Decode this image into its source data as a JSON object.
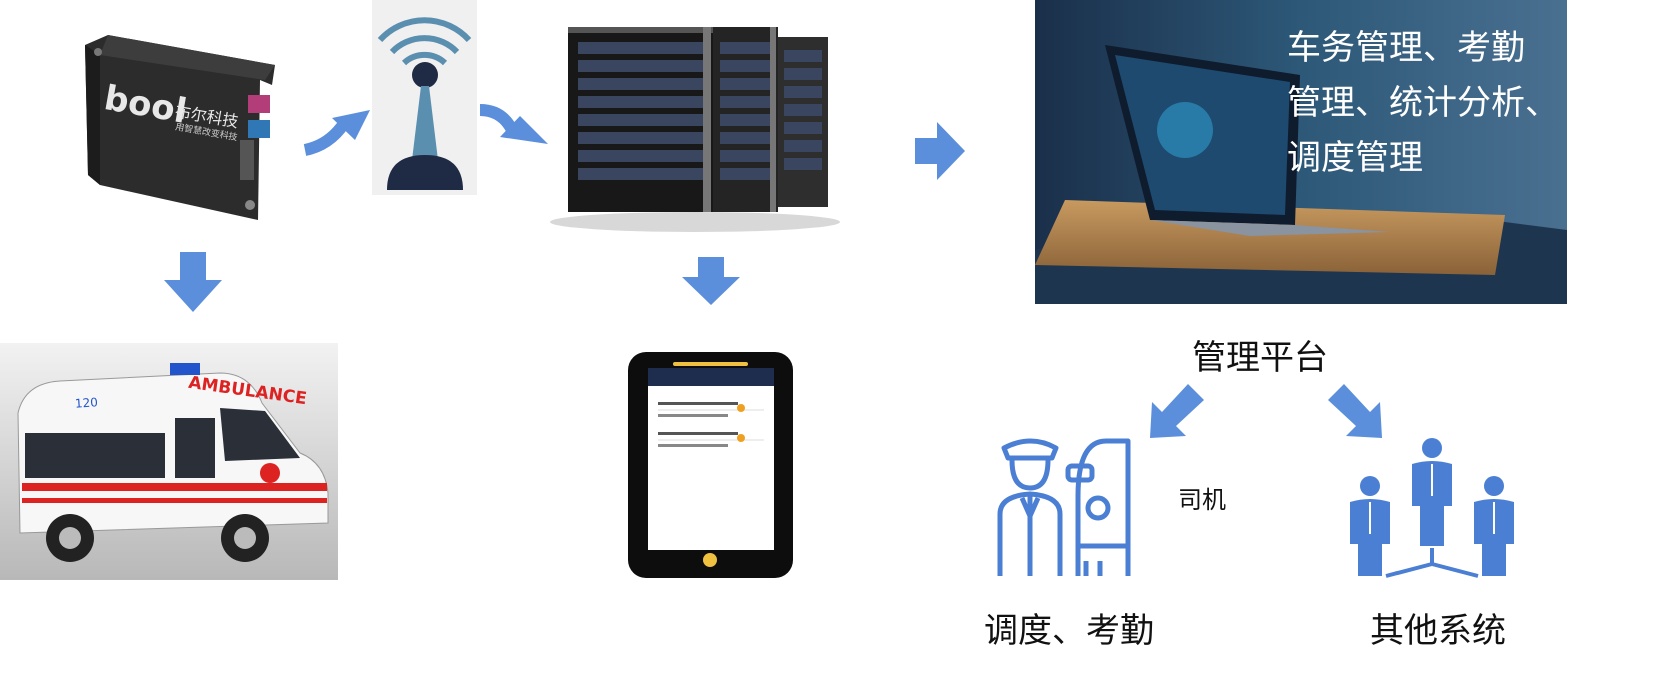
{
  "device": {
    "brand_text": "bool",
    "brand_cn": "布尔科技",
    "brand_sub": "用智慧改变科技"
  },
  "vehicle": {
    "sign": "AMBULANCE",
    "number": "120"
  },
  "platform": {
    "overlay_text": [
      "车务管理、考勤",
      "管理、统计分析、",
      "调度管理"
    ],
    "label": "管理平台"
  },
  "driver": {
    "label": "司机"
  },
  "dispatch": {
    "label": "调度、考勤"
  },
  "other": {
    "label": "其他系统"
  },
  "colors": {
    "arrow": "#5b8fdb",
    "icon": "#4a7fd4",
    "navy": "#1f2a44"
  }
}
